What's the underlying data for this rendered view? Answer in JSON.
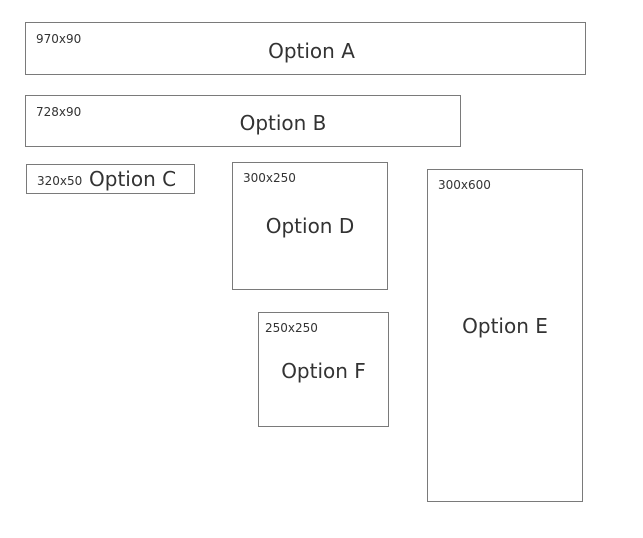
{
  "ad_sizes": [
    {
      "id": "a",
      "size": "970x90",
      "option": "Option A"
    },
    {
      "id": "b",
      "size": "728x90",
      "option": "Option B"
    },
    {
      "id": "c",
      "size": "320x50",
      "option": "Option C"
    },
    {
      "id": "d",
      "size": "300x250",
      "option": "Option D"
    },
    {
      "id": "e",
      "size": "300x600",
      "option": "Option E"
    },
    {
      "id": "f",
      "size": "250x250",
      "option": "Option F"
    }
  ],
  "colors": {
    "border": "#7a7a7a",
    "text": "#333333",
    "background": "#ffffff"
  }
}
